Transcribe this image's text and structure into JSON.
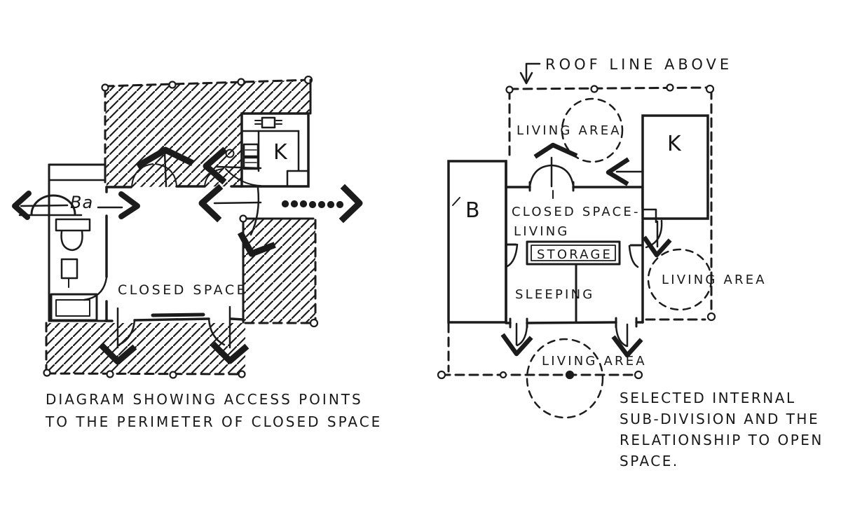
{
  "page": {
    "background_color": "#ffffff",
    "ink_color": "#1b1b1b"
  },
  "left_diagram": {
    "rooms": {
      "kitchen_label": "K",
      "bath_label": "Ba",
      "closed_space_label": "CLOSED SPACE"
    },
    "caption": {
      "line1": "DIAGRAM SHOWING ACCESS POINTS",
      "line2": "TO THE PERIMETER OF CLOSED SPACE"
    }
  },
  "right_diagram": {
    "roof_note": "ROOF LINE ABOVE",
    "rooms": {
      "living_area_top": "LIVING AREA",
      "kitchen_label": "K",
      "bath_label": "B",
      "closed_space_line1": "CLOSED SPACE-",
      "closed_space_line2": "LIVING",
      "storage_label": "STORAGE",
      "sleeping_label": "SLEEPING",
      "living_area_right": "LIVING AREA",
      "living_area_bottom": "LIVING AREA"
    },
    "caption": {
      "line1": "SELECTED INTERNAL",
      "line2": "SUB-DIVISION AND THE",
      "line3": "RELATIONSHIP TO OPEN",
      "line4": "SPACE."
    }
  }
}
